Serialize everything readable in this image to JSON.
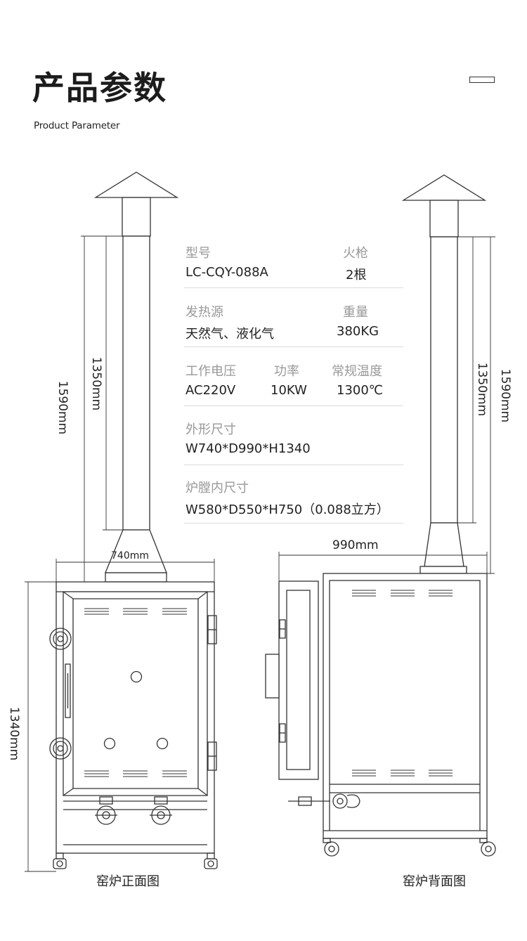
{
  "header": {
    "title_cn": "产品参数",
    "title_en": "Product Parameter"
  },
  "specs": {
    "model_label": "型号",
    "model_value": "LC-CQY-088A",
    "burner_label": "火枪",
    "burner_value": "2根",
    "heat_source_label": "发热源",
    "heat_source_value": "天然气、液化气",
    "weight_label": "重量",
    "weight_value": "380KG",
    "voltage_label": "工作电压",
    "voltage_value": "AC220V",
    "power_label": "功率",
    "power_value": "10KW",
    "temp_label": "常规温度",
    "temp_value": "1300℃",
    "outer_size_label": "外形尺寸",
    "outer_size_value": "W740*D990*H1340",
    "chamber_size_label": "炉膛内尺寸",
    "chamber_size_value": "W580*D550*H750（0.088立方）"
  },
  "dimensions": {
    "front_chimney_outer": "1590mm",
    "front_chimney_inner": "1350mm",
    "front_width": "740mm",
    "front_height": "1340mm",
    "back_depth": "990mm",
    "back_chimney_inner": "1350mm",
    "back_chimney_outer": "1590mm"
  },
  "captions": {
    "front_view": "窑炉正面图",
    "back_view": "窑炉背面图"
  },
  "colors": {
    "line": "#333333",
    "label_gray": "#999999",
    "divider": "#dcdcdc"
  }
}
